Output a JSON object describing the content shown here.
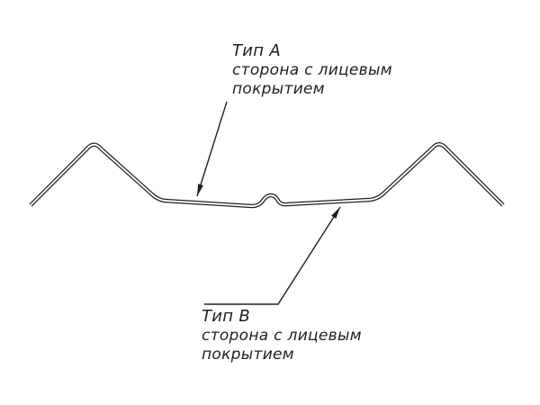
{
  "page": {
    "background": "#ffffff",
    "line_color": "#1f1f1f"
  },
  "labels": {
    "type_a": {
      "title": "Тип А",
      "line1": "сторона с лицевым",
      "line2": "покрытием"
    },
    "type_b": {
      "title": "Тип В",
      "line1": "сторона с лицевым",
      "line2": "покрытием"
    }
  }
}
